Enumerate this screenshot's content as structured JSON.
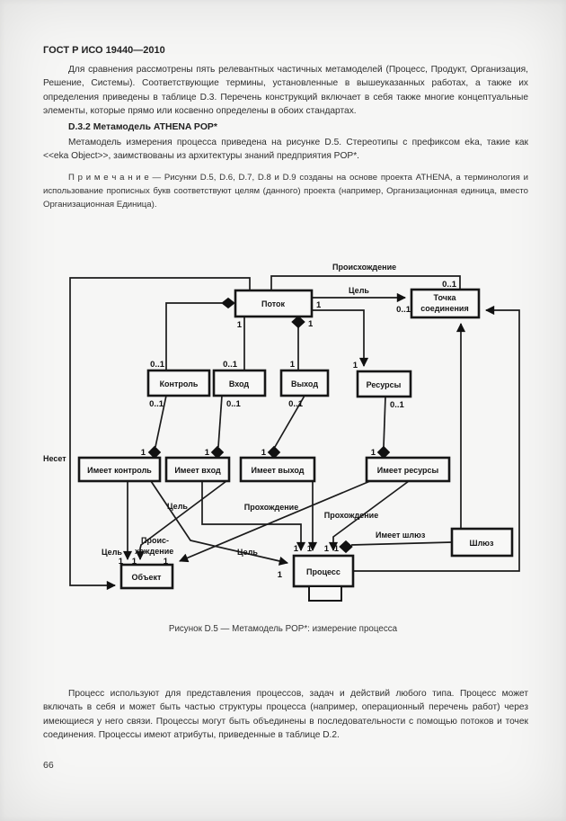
{
  "header": {
    "title": "ГОСТ Р ИСО 19440—2010"
  },
  "body_text": {
    "p1": "Для сравнения рассмотрены пять релевантных частичных метамоделей (Процесс, Продукт, Организация, Решение, Системы). Соответствующие термины, установленные в вышеуказанных работах, а также их определения приведены в таблице D.3. Перечень конструкций включает в себя также многие концептуальные элементы, которые прямо или косвенно определены в обоих стандартах.",
    "heading": "D.3.2 Метамодель ATHENA POP*",
    "p2": "Метамодель измерения процесса приведена на рисунке D.5. Стереотипы с префиксом eka, такие как <<eka Object>>, заимствованы из архитектуры знаний предприятия POP*.",
    "note": "П р и м е ч а н и е — Рисунки D.5, D.6, D.7, D.8 и D.9 созданы на основе проекта ATHENA, а терминология и использование прописных букв соответствуют целям (данного) проекта (например, Организационная единица, вместо Организационная Единица).",
    "p3": "Процесс используют для представления процессов, задач и действий любого типа. Процесс может включать в себя и может быть частью структуры процесса (например, операционный перечень работ) через имеющиеся у него связи. Процессы могут быть объединены в последовательности с помощью потоков и точек соединения. Процессы имеют атрибуты, приведенные в таблице D.2."
  },
  "figure": {
    "caption": "Рисунок D.5 — Метамодель POP*: измерение процесса",
    "nodes": {
      "potok": "Поток",
      "tochka1": "Точка",
      "tochka2": "соединения",
      "kontrol": "Контроль",
      "vkhod": "Вход",
      "vykhod": "Выход",
      "resurs": "Ресурсы",
      "imeet_kontrol": "Имеет контроль",
      "imeet_vkhod": "Имеет вход",
      "imeet_vykhod": "Имеет выход",
      "imeet_resursy": "Имеет ресурсы",
      "shlyuz": "Шлюз",
      "obekt": "Объект",
      "protsess": "Процесс"
    },
    "edges": {
      "proiskhozhdenie": "Происхождение",
      "tsel": "Цель",
      "neset": "Несет",
      "prokhozhdenie": "Прохождение",
      "prois1": "Проис-",
      "prois2": "хождение",
      "imeet_shlyuz": "Имеет шлюз"
    },
    "mult": {
      "zero_one": "0..1",
      "one": "1"
    }
  },
  "footer": {
    "page_number": "66"
  }
}
